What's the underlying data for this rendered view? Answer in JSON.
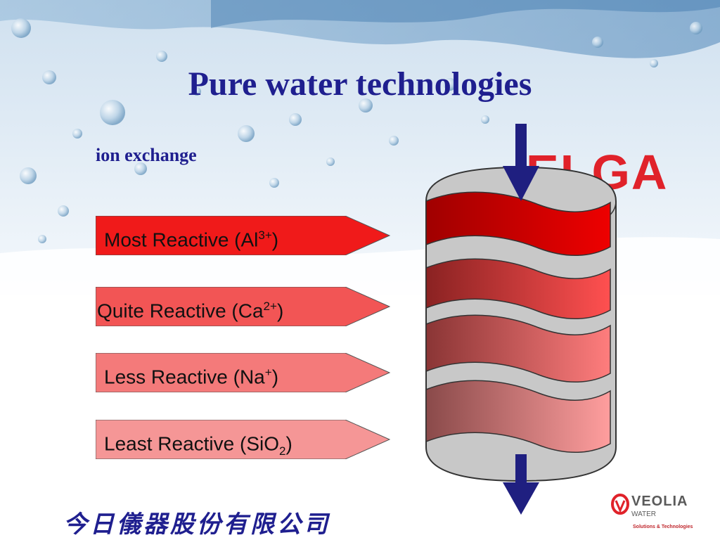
{
  "slide": {
    "title": "Pure water technologies",
    "subtitle": "ion exchange",
    "brand_logo": "ELGA",
    "company_name": "今日儀器股份有限公司",
    "footer_logo": {
      "name": "VEOLIA",
      "sub": "WATER",
      "tagline": "Solutions & Technologies"
    }
  },
  "labels": [
    {
      "prefix": "Most Reactive (Al",
      "sup": "3+",
      "sub": "",
      "suffix": ")",
      "color": "#f01a1a"
    },
    {
      "prefix": "Quite Reactive (Ca",
      "sup": "2+",
      "sub": "",
      "suffix": ")",
      "color": "#f25555"
    },
    {
      "prefix": "Less Reactive (Na",
      "sup": "+",
      "sub": "",
      "suffix": ")",
      "color": "#f47a7a"
    },
    {
      "prefix": "Least Reactive (SiO",
      "sup": "",
      "sub": "2",
      "suffix": ")",
      "color": "#f59696"
    }
  ],
  "colors": {
    "title": "#1f1f8f",
    "elga_red": "#e0222a",
    "arrow": "#1f1f80",
    "column_gray": "#c8c8c8"
  }
}
